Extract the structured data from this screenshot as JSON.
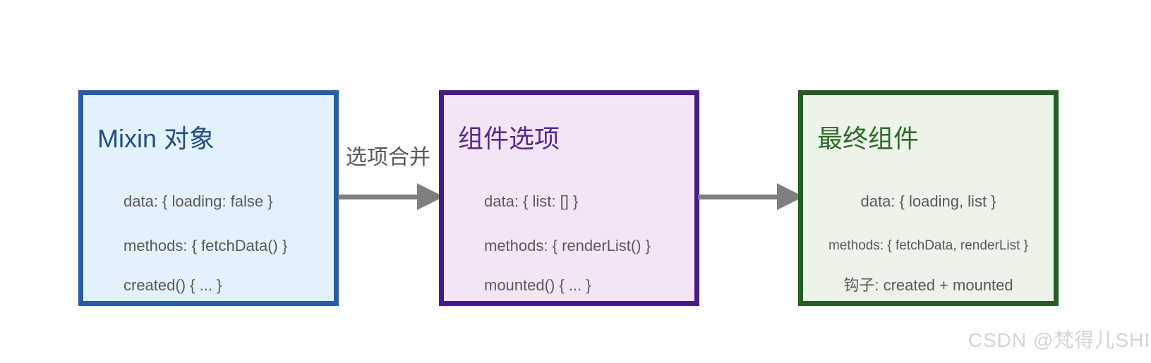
{
  "diagram": {
    "title_semantic": "Vue mixin option merge flow",
    "colors": {
      "mixin_border": "#2a5ba5",
      "mixin_bg": "#e2f1fb",
      "mixin_title": "#234e85",
      "options_border": "#451a8c",
      "options_bg": "#f3e5f6",
      "options_title": "#552a92",
      "final_border": "#265c21",
      "final_bg": "#ecf3e9",
      "final_title": "#2e6b28",
      "body_text": "#595959",
      "arrow": "#7f7f7f",
      "watermark": "#d4d4d4"
    }
  },
  "boxes": [
    {
      "title": "Mixin 对象",
      "lines": [
        "data: { loading: false }",
        "methods: { fetchData() }",
        "created() { ... }"
      ]
    },
    {
      "title": "组件选项",
      "lines": [
        "data: { list: [] }",
        "methods: { renderList() }",
        "mounted() { ... }"
      ]
    },
    {
      "title": "最终组件",
      "lines": [
        "data: { loading, list }",
        "methods: { fetchData, renderList }",
        "钩子: created + mounted"
      ]
    }
  ],
  "arrows": [
    {
      "label": "选项合并"
    },
    {
      "label": ""
    }
  ],
  "watermark": "CSDN @梵得儿SHI"
}
